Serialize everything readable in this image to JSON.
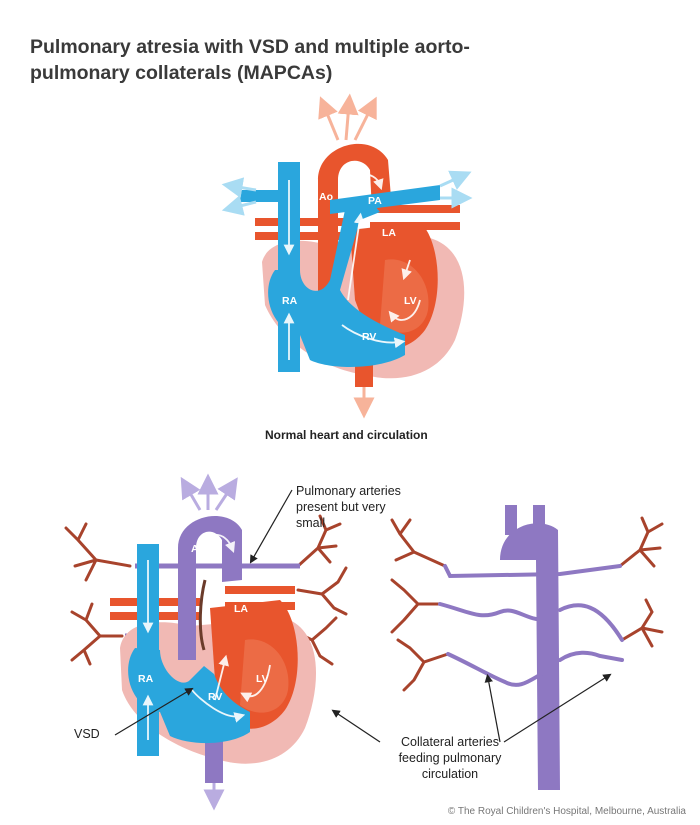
{
  "title": "Pulmonary atresia with VSD and multiple aorto-pulmonary collaterals (MAPCAs)",
  "captions": {
    "normal": "Normal heart and circulation",
    "pa_small": "Pulmonary arteries present but very small",
    "vsd": "VSD",
    "collateral": "Collateral arteries feeding pulmonary circulation"
  },
  "labels": {
    "ao": "Ao",
    "pa": "PA",
    "la": "LA",
    "lv": "LV",
    "ra": "RA",
    "rv": "RV"
  },
  "copyright": "© The Royal Children's Hospital, Melbourne, Australia",
  "colors": {
    "blue": "#2aa6dd",
    "red": "#e8552d",
    "purple": "#8e78c2",
    "pink": "#f1b9b4",
    "artery": "#a8432c",
    "arrow_light": "#f7b39a",
    "arrow_blue": "#a9dcf3"
  }
}
